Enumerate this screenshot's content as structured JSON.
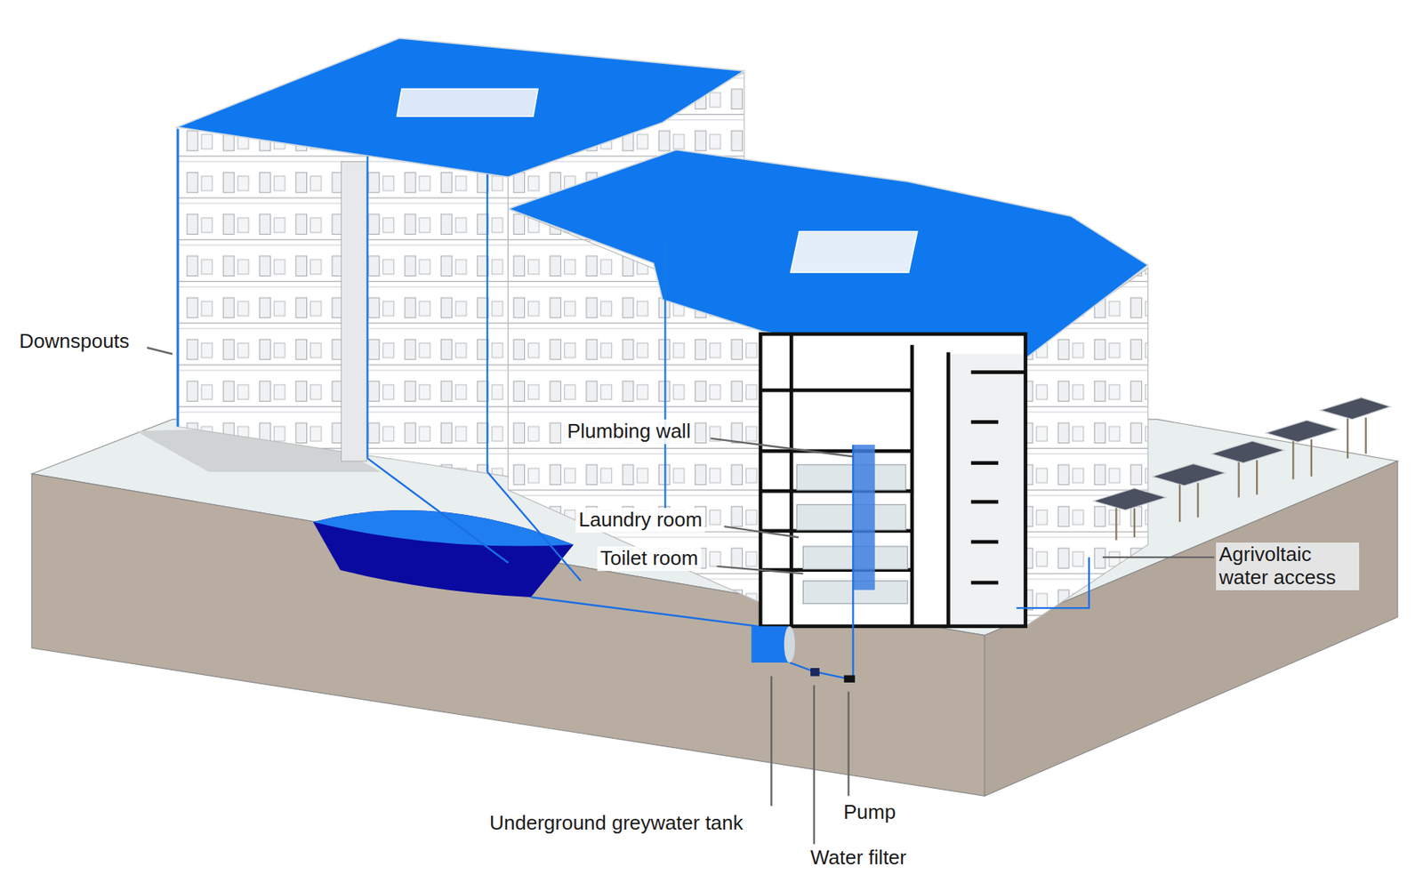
{
  "diagram": {
    "labels": [
      "Downspouts",
      "Plumbing wall",
      "Laundry room",
      "Toilet room",
      "Agrivoltaic water access",
      "Underground greywater tank",
      "Pump",
      "Water filter"
    ]
  }
}
